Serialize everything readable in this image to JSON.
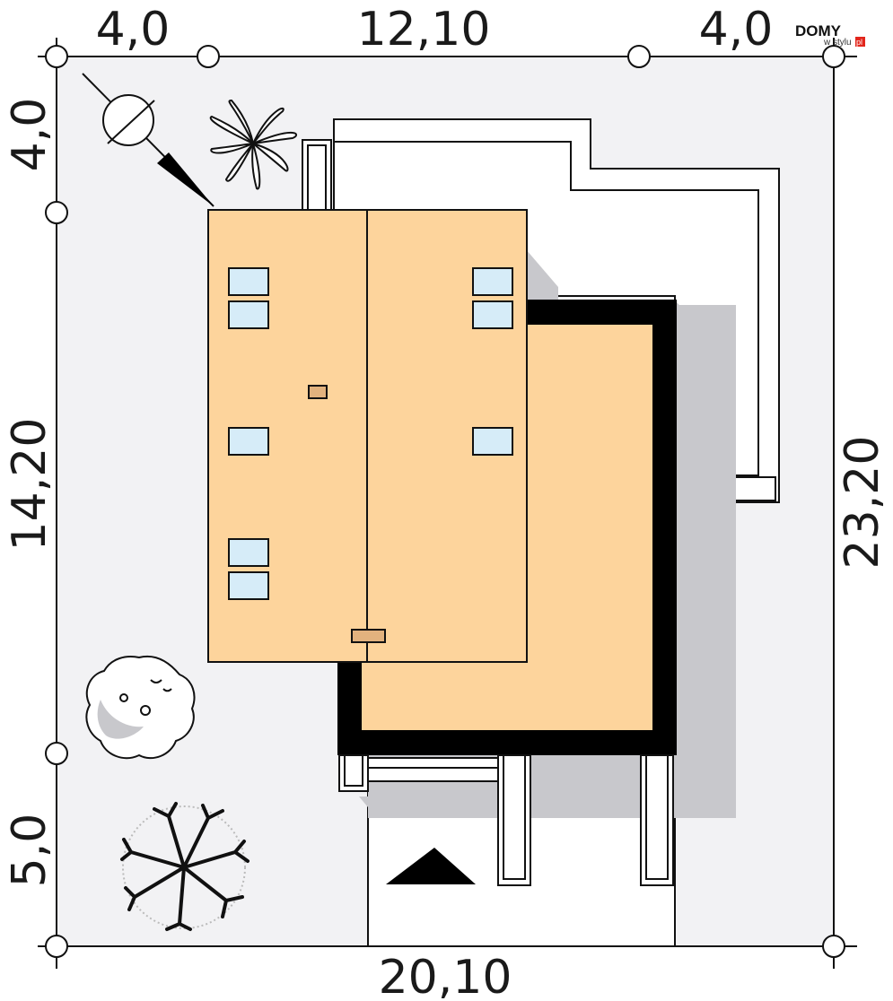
{
  "dimensions": {
    "top_left": "4,0",
    "top_middle": "12,10",
    "top_right": "4,0",
    "bottom": "20,10",
    "left_top": "4,0",
    "left_middle": "14,20",
    "left_bottom": "5,0",
    "right": "23,20"
  },
  "logo": {
    "main": "DOMY",
    "sub_prefix": "w",
    "sub": "stylu",
    "suffix": "pl"
  },
  "colors": {
    "plot": "#f2f2f4",
    "roof": "#fdd49c",
    "window": "#d6ecf8",
    "chimney": "#e2b27e",
    "wall": "#000000",
    "shadow": "#c8c8cc",
    "line": "#111111"
  },
  "icons": {
    "north_arrow": "compass-north-icon",
    "tree_top": "palm-tree-icon",
    "tree_left": "deciduous-tree-icon",
    "tree_bottom": "bare-tree-icon",
    "entrance": "entrance-triangle-icon"
  }
}
